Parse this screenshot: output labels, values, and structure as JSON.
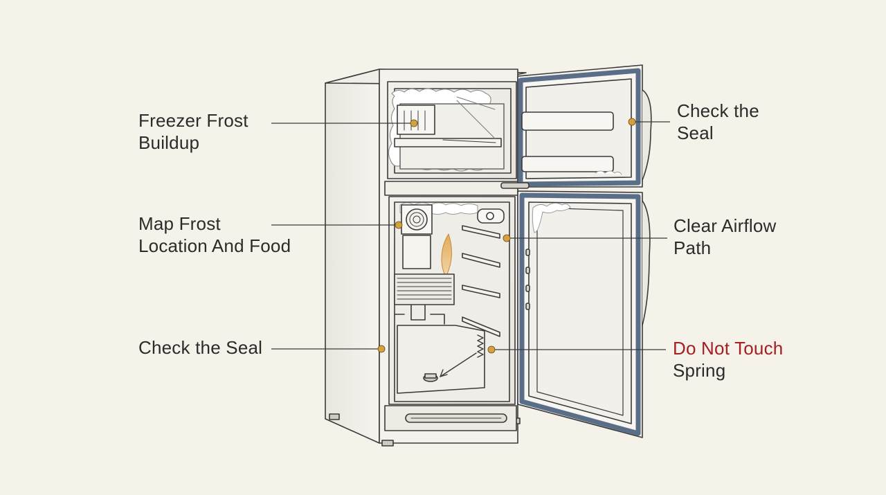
{
  "colors": {
    "background": "#f5f2ea",
    "line": "#3a3a3a",
    "marker": "#d4a040",
    "gasket": "#5a6f87",
    "frost": "#ffffff",
    "warning": "#a31f24"
  },
  "callouts": {
    "freezer_frost": {
      "line1": "Freezer Frost",
      "line2": "Buildup"
    },
    "map_frost": {
      "line1": "Map Frost",
      "line2": "Location And Food"
    },
    "seal_left": {
      "line1": "Check the Seal"
    },
    "seal_right": {
      "line1": "Check the",
      "line2": "Seal"
    },
    "airflow": {
      "line1": "Clear Airflow",
      "line2": "Path"
    },
    "spring": {
      "warning": "Do Not Touch",
      "line2": "Spring"
    }
  }
}
